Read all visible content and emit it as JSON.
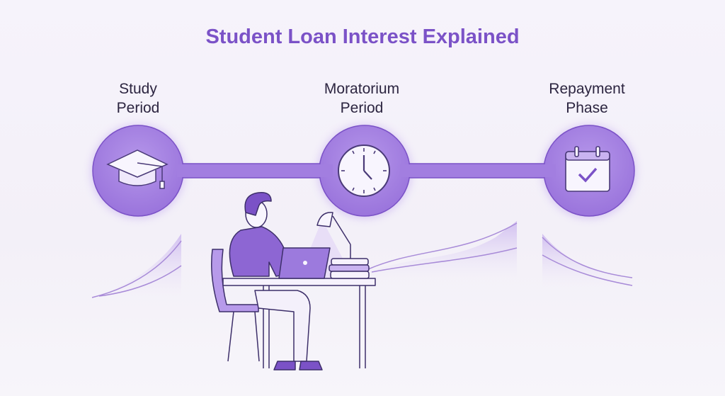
{
  "title": "Student Loan Interest Explained",
  "stages": [
    {
      "line1": "Study",
      "line2": "Period",
      "icon": "graduation-cap-icon"
    },
    {
      "line1": "Moratorium",
      "line2": "Period",
      "icon": "clock-icon"
    },
    {
      "line1": "Repayment",
      "line2": "Phase",
      "icon": "calendar-check-icon"
    }
  ],
  "colors": {
    "accent": "#7b52c7",
    "circle": "#a27ee0",
    "text": "#2c2540"
  }
}
